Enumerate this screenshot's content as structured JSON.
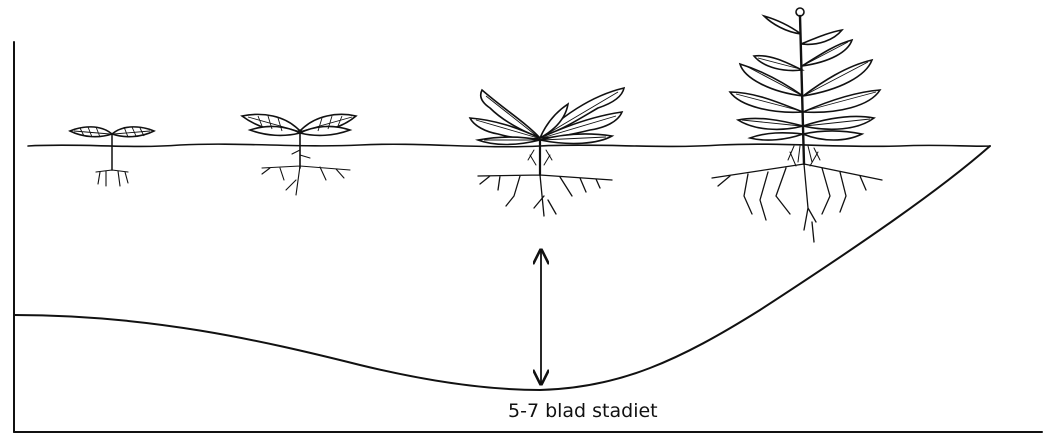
{
  "diagram": {
    "stage_label": "5-7 blad stadiet",
    "plants": [
      {
        "id": "seedling",
        "leaves": 2
      },
      {
        "id": "young-plant",
        "leaves": 4
      },
      {
        "id": "rosette-plant",
        "leaves": 7
      },
      {
        "id": "bolting-plant",
        "leaves": 12
      }
    ],
    "curve": {
      "minimum_at": "5-7 blad stadiet",
      "marker": "double-arrow"
    },
    "colors": {
      "ink": "#111111",
      "background": "#ffffff"
    }
  }
}
